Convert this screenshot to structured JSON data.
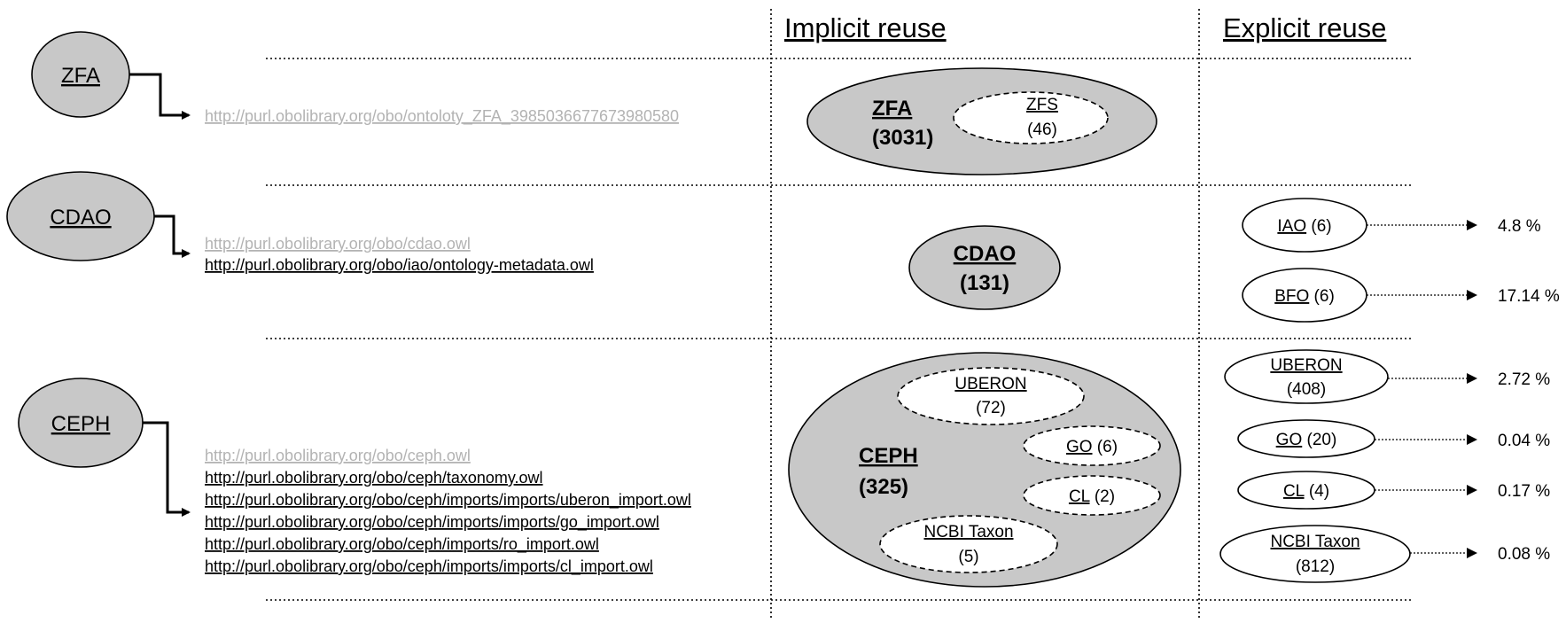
{
  "headers": {
    "implicit": "Implicit reuse",
    "explicit": "Explicit reuse"
  },
  "rows": {
    "zfa": {
      "source": "ZFA",
      "urls": [
        {
          "text": "http://purl.obolibrary.org/obo/ontoloty_ZFA_3985036677673980580",
          "style": "gray"
        }
      ],
      "implicit": {
        "name": "ZFA",
        "count": "(3031)",
        "inner": [
          {
            "name": "ZFS",
            "count": "(46)"
          }
        ]
      },
      "explicit": []
    },
    "cdao": {
      "source": "CDAO",
      "urls": [
        {
          "text": "http://purl.obolibrary.org/obo/cdao.owl",
          "style": "gray"
        },
        {
          "text": "http://purl.obolibrary.org/obo/iao/ontology-metadata.owl",
          "style": "dark"
        }
      ],
      "implicit": {
        "name": "CDAO",
        "count": "(131)",
        "inner": []
      },
      "explicit": [
        {
          "name": "IAO",
          "count": "(6)",
          "percent": "4.8 %"
        },
        {
          "name": "BFO",
          "count": "(6)",
          "percent": "17.14 %"
        }
      ]
    },
    "ceph": {
      "source": "CEPH",
      "urls": [
        {
          "text": "http://purl.obolibrary.org/obo/ceph.owl",
          "style": "gray"
        },
        {
          "text": "http://purl.obolibrary.org/obo/ceph/taxonomy.owl",
          "style": "dark"
        },
        {
          "text": "http://purl.obolibrary.org/obo/ceph/imports/imports/uberon_import.owl",
          "style": "dark"
        },
        {
          "text": "http://purl.obolibrary.org/obo/ceph/imports/imports/go_import.owl",
          "style": "dark"
        },
        {
          "text": "http://purl.obolibrary.org/obo/ceph/imports/ro_import.owl",
          "style": "dark"
        },
        {
          "text": "http://purl.obolibrary.org/obo/ceph/imports/imports/cl_import.owl",
          "style": "dark"
        }
      ],
      "implicit": {
        "name": "CEPH",
        "count": "(325)",
        "inner": [
          {
            "name": "UBERON",
            "count": "(72)"
          },
          {
            "name": "GO",
            "count": "(6)"
          },
          {
            "name": "CL",
            "count": "(2)"
          },
          {
            "name": "NCBI Taxon",
            "count": "(5)"
          }
        ]
      },
      "explicit": [
        {
          "name": "UBERON",
          "count": "(408)",
          "percent": "2.72 %"
        },
        {
          "name": "GO",
          "count": "(20)",
          "percent": "0.04 %"
        },
        {
          "name": "CL",
          "count": "(4)",
          "percent": "0.17 %"
        },
        {
          "name": "NCBI Taxon",
          "count": "(812)",
          "percent": "0.08 %"
        }
      ]
    }
  },
  "colors": {
    "node_fill": "#c8c8c8",
    "white": "#ffffff",
    "stroke": "#000000",
    "gray_text": "#b3b3b3"
  }
}
